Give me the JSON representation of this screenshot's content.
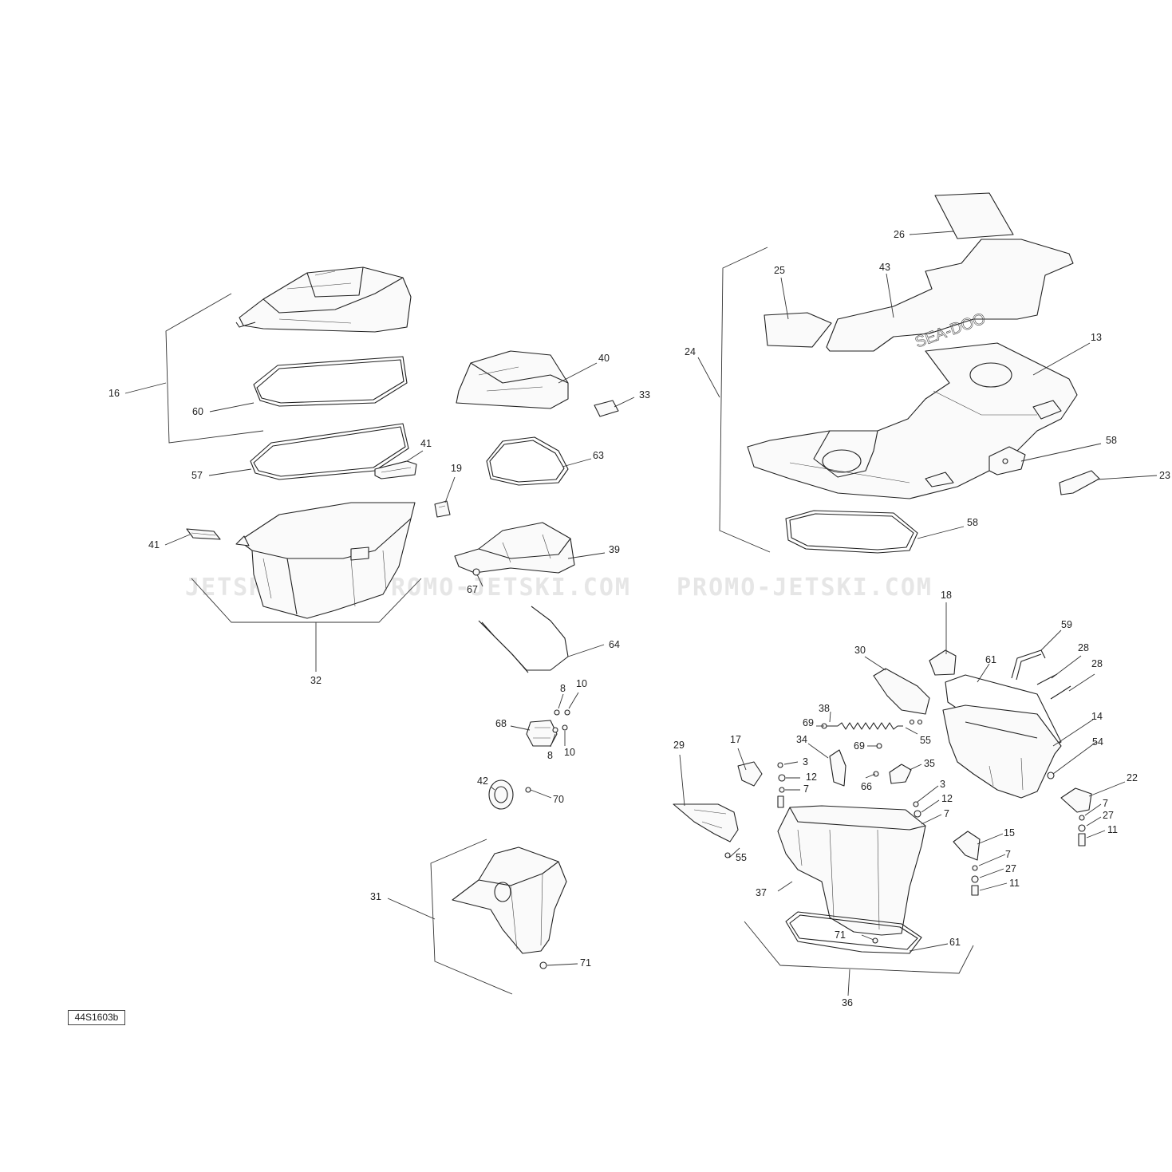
{
  "watermark": {
    "left": "JETSKI.COM",
    "center": "PROMO-JETSKI.COM",
    "right": "PROMO-JETSKI.COM"
  },
  "deck_logo_text": "SEA-DOO",
  "reference_code": "44S1603b",
  "callouts": {
    "c16": "16",
    "c60": "60",
    "c57": "57",
    "c41a": "41",
    "c41b": "41",
    "c32": "32",
    "c19": "19",
    "c40": "40",
    "c33": "33",
    "c63": "63",
    "c39": "39",
    "c67": "67",
    "c64": "64",
    "c8a": "8",
    "c10a": "10",
    "c68": "68",
    "c8b": "8",
    "c10b": "10",
    "c42": "42",
    "c70": "70",
    "c31": "31",
    "c71a": "71",
    "c26": "26",
    "c25": "25",
    "c43": "43",
    "c24": "24",
    "c13": "13",
    "c58a": "58",
    "c23": "23",
    "c58b": "58",
    "c18": "18",
    "c59": "59",
    "c61a": "61",
    "c28a": "28",
    "c28b": "28",
    "c30": "30",
    "c14": "14",
    "c38": "38",
    "c69a": "69",
    "c55a": "55",
    "c34": "34",
    "c69b": "69",
    "c29": "29",
    "c17": "17",
    "c3a": "3",
    "c12a": "12",
    "c7a": "7",
    "c35": "35",
    "c66": "66",
    "c54": "54",
    "c3b": "3",
    "c12b": "12",
    "c7b": "7",
    "c22": "22",
    "c7c": "7",
    "c27a": "27",
    "c11a": "11",
    "c55b": "55",
    "c15": "15",
    "c7d": "7",
    "c27b": "27",
    "c11b": "11",
    "c37": "37",
    "c71b": "71",
    "c61b": "61",
    "c36": "36"
  }
}
